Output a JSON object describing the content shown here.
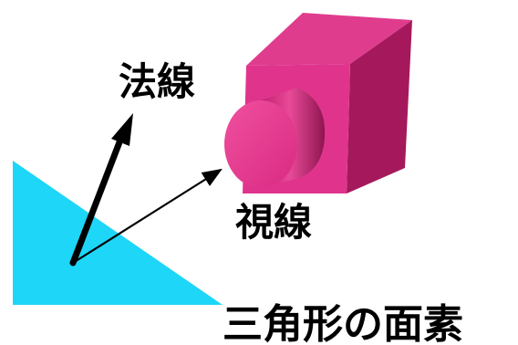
{
  "labels": {
    "normal": "法線",
    "view_line": "視線",
    "triangle_face": "三角形の面素"
  },
  "colors": {
    "triangle": "#1ED6F7",
    "camera": "#E8338F",
    "camera_dark": "#8E1550",
    "arrow": "#000000",
    "background": "#FFFFFF"
  },
  "shapes": {
    "triangle": "triangle-face",
    "camera": "camera-box-with-lens"
  }
}
